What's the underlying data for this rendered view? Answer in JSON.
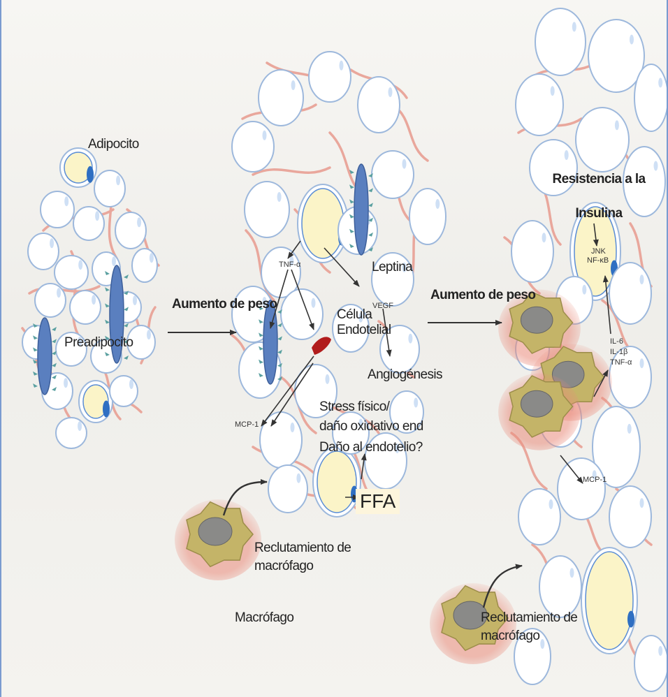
{
  "colors": {
    "vessel": "#e9a79c",
    "cell_fill": "#ffffff",
    "cell_outline": "#9db8dc",
    "lipid": "#fbf4c8",
    "nucleus": "#2f6fc2",
    "preadipocyte": "#5a7fbf",
    "macrophage": "#c4b468",
    "macrophage_nucleus": "#8a8a88",
    "endothelial": "#b11c1c",
    "arrow": "#333333"
  },
  "panel1": {
    "adipocito": "Adipocito",
    "preadipocito": "Preadipocito"
  },
  "panel2": {
    "aumento_peso": "Aumento de peso",
    "tnf": "TNF-α",
    "leptina": "Leptina",
    "vegf": "VEGF",
    "celula": "Célula",
    "endotelial": "Endotelial",
    "angiogenesis": "Angiogénesis",
    "stress_line1": "Stress físico/",
    "stress_line2": "daño oxidativo end",
    "stress_line3": "Daño al endotelio?",
    "mcp1": "MCP-1",
    "ffa": "FFA",
    "reclutamiento_line1": "Reclutamiento de",
    "reclutamiento_line2": "macrófago",
    "macrofago": "Macrófago"
  },
  "panel3": {
    "aumento_peso": "Aumento de peso",
    "resistencia_line1": "Resistencia a la",
    "resistencia_line2": "Insulina",
    "jnk": "JNK",
    "nfkb": "NF-κB",
    "il6": "IL-6",
    "il1b": "IL-1β",
    "tnf": "TNF-α",
    "mcp1": "MCP-1",
    "reclutamiento_line1": "Reclutamiento de",
    "reclutamiento_line2": "macrófago"
  }
}
